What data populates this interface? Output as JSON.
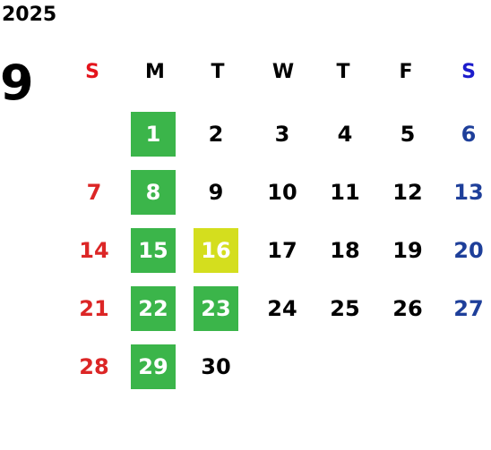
{
  "calendar": {
    "year": "2025",
    "month": "9",
    "weekdays": [
      "S",
      "M",
      "T",
      "W",
      "T",
      "F",
      "S"
    ],
    "colors": {
      "sunday": "#dc2626",
      "saturday": "#1e3f9a",
      "highlight_green": "#3bb54a",
      "highlight_yellow": "#d4de1e"
    },
    "weeks": [
      [
        {
          "label": "",
          "type": "empty"
        },
        {
          "label": "1",
          "type": "green"
        },
        {
          "label": "2",
          "type": "normal"
        },
        {
          "label": "3",
          "type": "normal"
        },
        {
          "label": "4",
          "type": "normal"
        },
        {
          "label": "5",
          "type": "normal"
        },
        {
          "label": "6",
          "type": "sat"
        }
      ],
      [
        {
          "label": "7",
          "type": "sun"
        },
        {
          "label": "8",
          "type": "green"
        },
        {
          "label": "9",
          "type": "normal"
        },
        {
          "label": "10",
          "type": "normal"
        },
        {
          "label": "11",
          "type": "normal"
        },
        {
          "label": "12",
          "type": "normal"
        },
        {
          "label": "13",
          "type": "sat"
        }
      ],
      [
        {
          "label": "14",
          "type": "sun"
        },
        {
          "label": "15",
          "type": "green"
        },
        {
          "label": "16",
          "type": "yellow"
        },
        {
          "label": "17",
          "type": "normal"
        },
        {
          "label": "18",
          "type": "normal"
        },
        {
          "label": "19",
          "type": "normal"
        },
        {
          "label": "20",
          "type": "sat"
        }
      ],
      [
        {
          "label": "21",
          "type": "sun"
        },
        {
          "label": "22",
          "type": "green"
        },
        {
          "label": "23",
          "type": "green"
        },
        {
          "label": "24",
          "type": "normal"
        },
        {
          "label": "25",
          "type": "normal"
        },
        {
          "label": "26",
          "type": "normal"
        },
        {
          "label": "27",
          "type": "sat"
        }
      ],
      [
        {
          "label": "28",
          "type": "sun"
        },
        {
          "label": "29",
          "type": "green"
        },
        {
          "label": "30",
          "type": "normal"
        },
        {
          "label": "",
          "type": "empty"
        },
        {
          "label": "",
          "type": "empty"
        },
        {
          "label": "",
          "type": "empty"
        },
        {
          "label": "",
          "type": "empty"
        }
      ]
    ]
  }
}
